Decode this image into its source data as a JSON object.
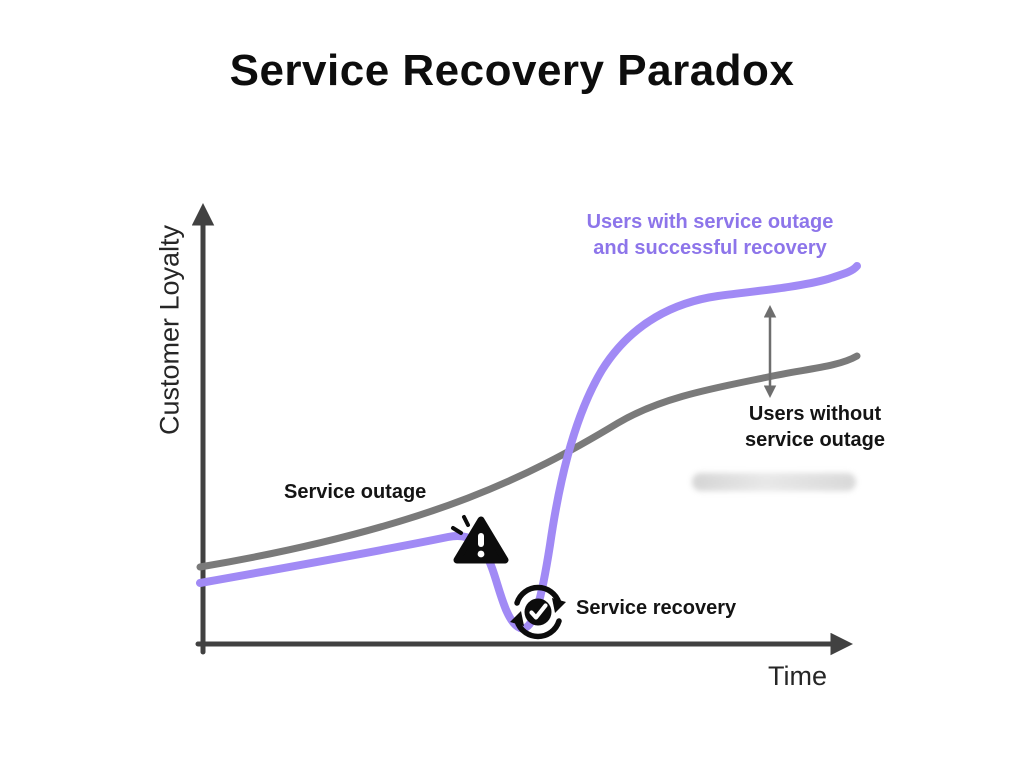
{
  "title": "Service Recovery Paradox",
  "axes": {
    "y_label": "Customer Loyalty",
    "x_label": "Time"
  },
  "labels": {
    "purple_line": "Users with service outage and successful recovery",
    "gray_line": "Users without service outage",
    "outage": "Service outage",
    "recovery": "Service recovery"
  },
  "icons": {
    "outage_icon": "warning-triangle-icon",
    "recovery_icon": "refresh-check-icon",
    "gap_icon": "double-headed-arrow"
  },
  "colors": {
    "recovered_curve": "#a18af5",
    "recovered_label_text": "#8d75ea",
    "baseline_curve": "#7a7a7a",
    "axis": "#414141",
    "text": "#141414",
    "background": "#ffffff"
  },
  "chart_data": {
    "type": "line",
    "title": "Service Recovery Paradox",
    "xlabel": "Time",
    "ylabel": "Customer Loyalty",
    "x_ticks": [],
    "y_ticks": [],
    "grid": false,
    "series": [
      {
        "name": "Users without service outage",
        "color": "#7a7a7a",
        "x": [
          0,
          10,
          20,
          30,
          40,
          50,
          60,
          70,
          80,
          90,
          100
        ],
        "y": [
          30,
          33,
          37,
          42,
          48,
          55,
          61,
          64,
          66,
          68,
          70
        ]
      },
      {
        "name": "Users with service outage and successful recovery",
        "color": "#a18af5",
        "x": [
          0,
          10,
          20,
          30,
          38,
          44,
          48,
          52,
          58,
          66,
          75,
          85,
          100
        ],
        "y": [
          26,
          29,
          32,
          35,
          38,
          22,
          7,
          12,
          48,
          72,
          80,
          82,
          85
        ]
      }
    ],
    "annotations": [
      {
        "text": "Service outage",
        "x": 44,
        "y": 40
      },
      {
        "text": "Service recovery",
        "x": 52,
        "y": 10
      },
      {
        "text": "loyalty-gap double arrow between curves",
        "x": 86,
        "y": 77
      }
    ]
  }
}
